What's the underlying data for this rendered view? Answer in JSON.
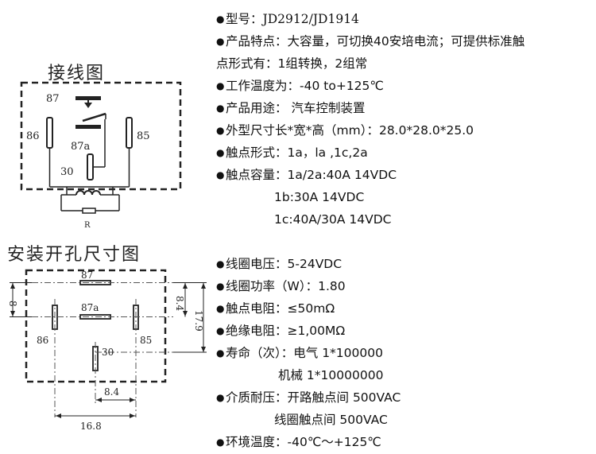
{
  "diagram_wiring": {
    "title": "接线图",
    "pins": {
      "p87": "87",
      "p86": "86",
      "p87a": "87a",
      "p85": "85",
      "p30": "30"
    },
    "resistor": "R"
  },
  "diagram_mounting": {
    "title": "安装开孔尺寸图",
    "pins": {
      "p87": "87",
      "p87a": "87a",
      "p86": "86",
      "p85": "85",
      "p30": "30"
    },
    "dims": {
      "d8": "8",
      "d84_right": "8.4",
      "d179": "17.9",
      "d84_bottom": "8.4",
      "d168": "16.8"
    }
  },
  "specs": [
    {
      "id": "model",
      "label": "型号：",
      "value": "JD2912/JD1914"
    },
    {
      "id": "features",
      "label": "产品特点：",
      "value": "大容量，可切换40安培电流；可提供标准触"
    },
    {
      "id": "features-cont",
      "value": "点形式有：1组转换，2组常"
    },
    {
      "id": "temp",
      "label": "工作温度为：",
      "value": "-40 to+125℃"
    },
    {
      "id": "usage",
      "label": "产品用途：",
      "value": " 汽车控制装置"
    },
    {
      "id": "size",
      "label": "外型尺寸长*宽*高（mm）：",
      "value": "28.0*28.0*25.0"
    },
    {
      "id": "contact-form",
      "label": "触点形式：",
      "value": "1a，la ,1c,2a"
    },
    {
      "id": "capacity",
      "label": "触点容量：",
      "value": "1a/2a:40A 14VDC"
    },
    {
      "id": "capacity-1b",
      "value": "1b:30A 14VDC"
    },
    {
      "id": "capacity-1c",
      "value": "1c:40A/30A 14VDC"
    },
    {
      "id": "coil-voltage",
      "label": "线圈电压：",
      "value": "5-24VDC"
    },
    {
      "id": "coil-power",
      "label": "线圈功率（W）：",
      "value": "1.80"
    },
    {
      "id": "contact-resistance",
      "label": "触点电阻：",
      "value": "≤50mΩ"
    },
    {
      "id": "insulation",
      "label": "绝缘电阻：",
      "value": "≥1,00MΩ"
    },
    {
      "id": "life",
      "label": "寿命（次）：",
      "value": "电气 1*100000"
    },
    {
      "id": "life-mech",
      "value": "机械 1*10000000"
    },
    {
      "id": "dielectric",
      "label": "介质耐压：",
      "value": "开路触点间 500VAC"
    },
    {
      "id": "dielectric-coil",
      "value": "线圈触点间 500VAC"
    },
    {
      "id": "env-temp",
      "label": "环境温度：",
      "value": "-40℃～+125℃"
    }
  ],
  "bullet_glyph": "●"
}
